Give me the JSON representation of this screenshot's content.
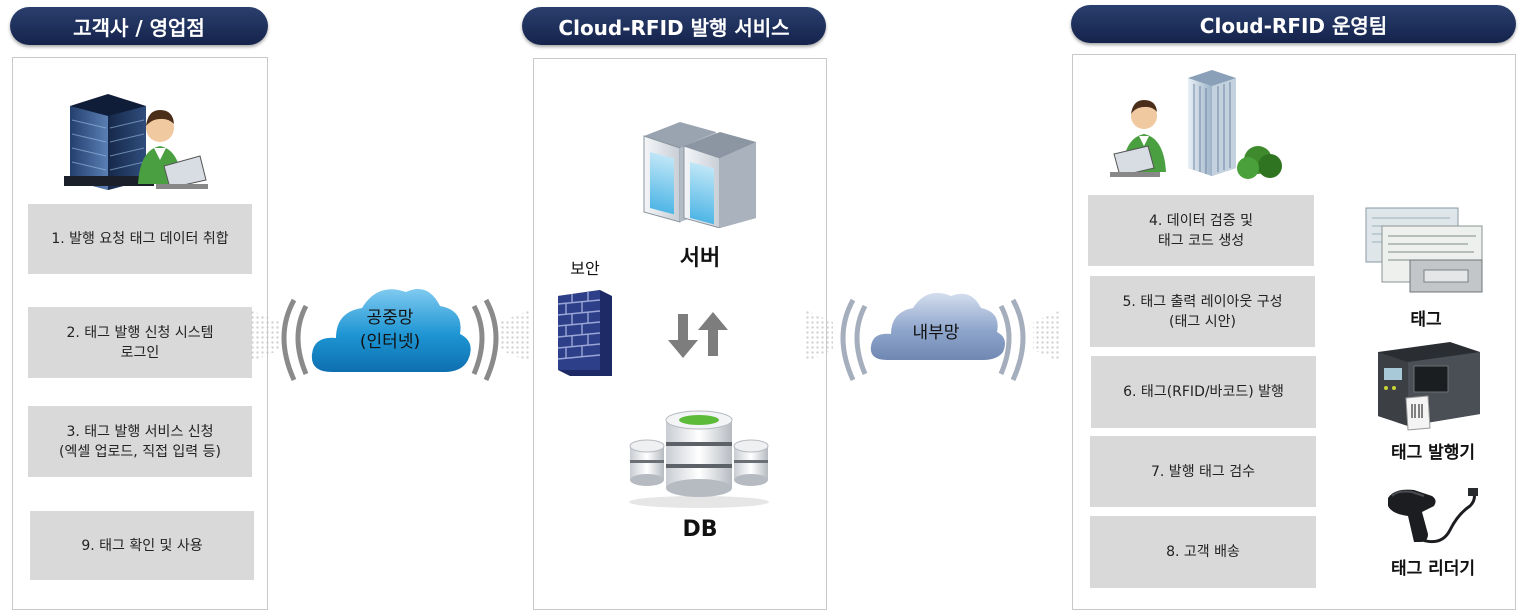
{
  "headers": {
    "customer": "고객사 / 영업점",
    "service": "Cloud-RFID 발행 서비스",
    "operations": "Cloud-RFID 운영팀"
  },
  "customer_steps": [
    {
      "line1": "1. 발행 요청 태그 데이터 취합",
      "line2": ""
    },
    {
      "line1": "2. 태그 발행 신청 시스템",
      "line2": "로그인"
    },
    {
      "line1": "3. 태그 발행 서비스 신청",
      "line2": "(엑셀 업로드, 직접 입력 등)"
    },
    {
      "line1": "9. 태그 확인 및 사용",
      "line2": ""
    }
  ],
  "public_network": {
    "line1": "공중망",
    "line2": "(인터넷)"
  },
  "internal_network": "내부망",
  "service_labels": {
    "security": "보안",
    "server": "서버",
    "db": "DB"
  },
  "operations_steps": [
    {
      "line1": "4. 데이터 검증 및",
      "line2": "태그 코드 생성"
    },
    {
      "line1": "5. 태그 출력 레이아웃 구성",
      "line2": "(태그 시안)"
    },
    {
      "line1": "6. 태그(RFID/바코드) 발행",
      "line2": ""
    },
    {
      "line1": "7. 발행 태그 검수",
      "line2": ""
    },
    {
      "line1": "8. 고객 배송",
      "line2": ""
    }
  ],
  "devices": {
    "tag": "태그",
    "printer": "태그 발행기",
    "reader": "태그 리더기"
  },
  "colors": {
    "header_bg": "#1c2d58",
    "step_bg": "#d9d9d9",
    "public_cloud": "#1e95d3",
    "internal_cloud": "#8fa6cc",
    "firewall": "#2e3f8a"
  }
}
